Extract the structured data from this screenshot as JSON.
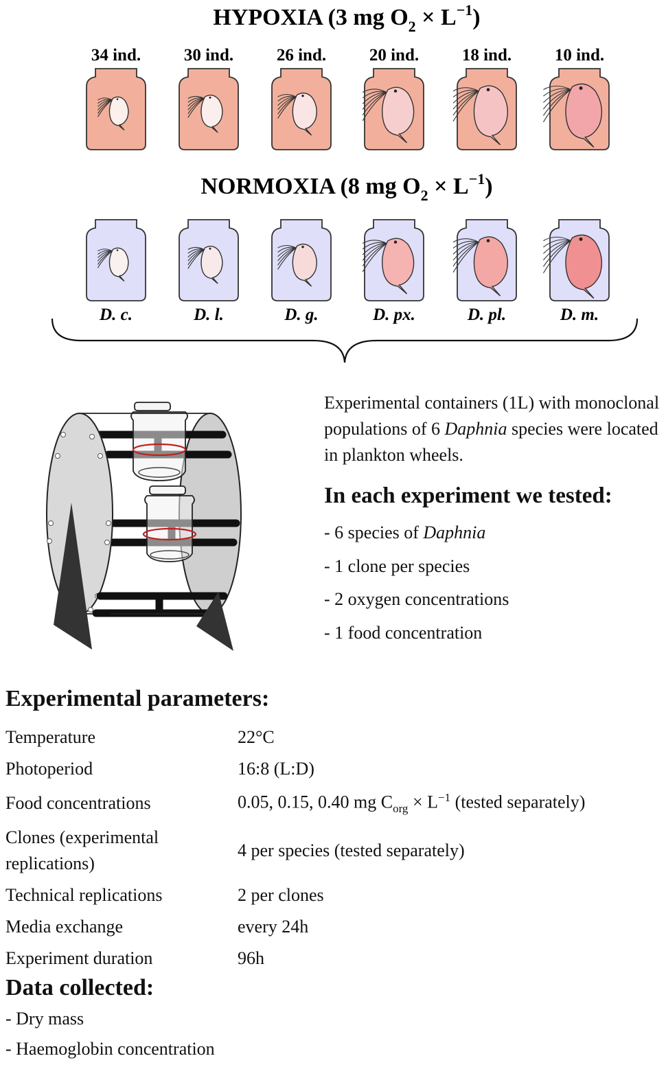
{
  "hypoxia": {
    "title_prefix": "HYPOXIA (3 mg O",
    "title_sub": "2",
    "title_mid": " × L",
    "title_sup": "−1",
    "title_end": ")",
    "counts": [
      "34 ind.",
      "30 ind.",
      "26 ind.",
      "20 ind.",
      "18 ind.",
      "10 ind."
    ],
    "jar_color": "#f2b09c",
    "body_colors": [
      "#fbf0ec",
      "#fbefee",
      "#f9e5e6",
      "#f7cece",
      "#f6c3c5",
      "#f2a6aa"
    ]
  },
  "normoxia": {
    "title_prefix": "NORMOXIA (8 mg O",
    "title_sub": "2",
    "title_mid": " × L",
    "title_sup": "−1",
    "title_end": ")",
    "jar_color": "#dfdffa",
    "body_colors": [
      "#f8f1ef",
      "#f8eaea",
      "#f7dada",
      "#f5b3b1",
      "#f3a8a6",
      "#f09093"
    ]
  },
  "species": [
    "D. c.",
    "D. l.",
    "D. g.",
    "D. px.",
    "D. pl.",
    "D. m."
  ],
  "info": {
    "containers_before": "Experimental containers (1L) with monoclonal populations of 6 ",
    "containers_italic": "Daphnia",
    "containers_after": " species were located in plankton wheels.",
    "tested_heading": "In each experiment we tested:",
    "item1_prefix": "- 6 species of ",
    "item1_italic": "Daphnia",
    "item2": "- 1 clone per species",
    "item3": "- 2 oxygen concentrations",
    "item4": "- 1 food concentration"
  },
  "parameters": {
    "heading": "Experimental parameters:",
    "rows": [
      {
        "name": "Temperature",
        "value": "22°C"
      },
      {
        "name": "Photoperiod",
        "value": "16:8 (L:D)"
      },
      {
        "name": "Food concentrations",
        "value_a": "0.05, 0.15, 0.40 mg C",
        "value_sub": "org",
        "value_b": " × L",
        "value_sup": "−1",
        "value_c": " (tested separately)"
      },
      {
        "name": "Clones (experimental replications)",
        "value": "4 per species (tested separately)"
      },
      {
        "name": "Technical replications",
        "value": "2 per clones"
      },
      {
        "name": "Media exchange",
        "value": "every 24h"
      },
      {
        "name": "Experiment duration",
        "value": "96h"
      }
    ]
  },
  "data_collected": {
    "heading": "Data collected:",
    "items": [
      "- Dry mass",
      "- Haemoglobin concentration"
    ]
  },
  "colors": {
    "wheel_grey": "#dcdcdc",
    "stand": "#333333",
    "clip_red": "#c0201f"
  }
}
